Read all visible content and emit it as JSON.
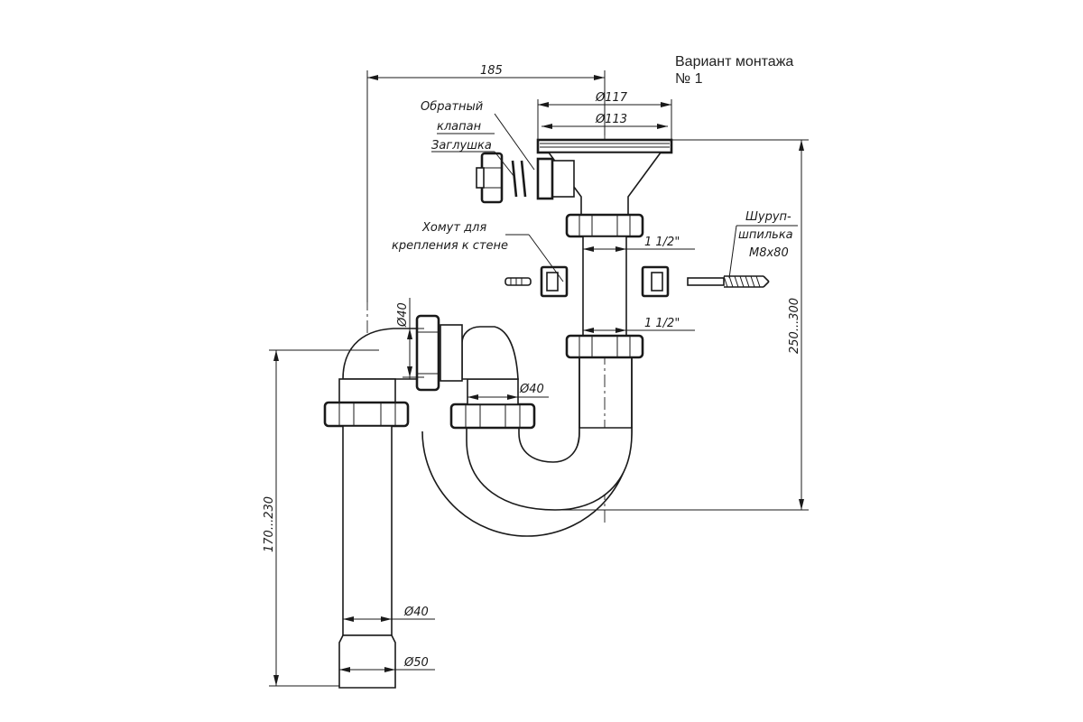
{
  "variant": {
    "line1": "Вариант монтажа",
    "line2": "№ 1"
  },
  "labels": {
    "check_valve_1": "Обратный",
    "check_valve_2": "клапан",
    "plug": "Заглушка",
    "clamp_1": "Хомут для",
    "clamp_2": "крепления к стене",
    "screw_1": "Шуруп-",
    "screw_2": "шпилька",
    "screw_3": "М8х80"
  },
  "dimensions": {
    "width_185": "185",
    "dia_117": "Ø117",
    "dia_113": "Ø113",
    "thread_upper": "1 1/2\"",
    "thread_lower": "1 1/2\"",
    "height_250_300": "250...300",
    "dia_40_vertical": "Ø40",
    "dia_40_horizontal": "Ø40",
    "height_170_230": "170...230",
    "dia_40_pipe": "Ø40",
    "dia_50_pipe": "Ø50"
  }
}
